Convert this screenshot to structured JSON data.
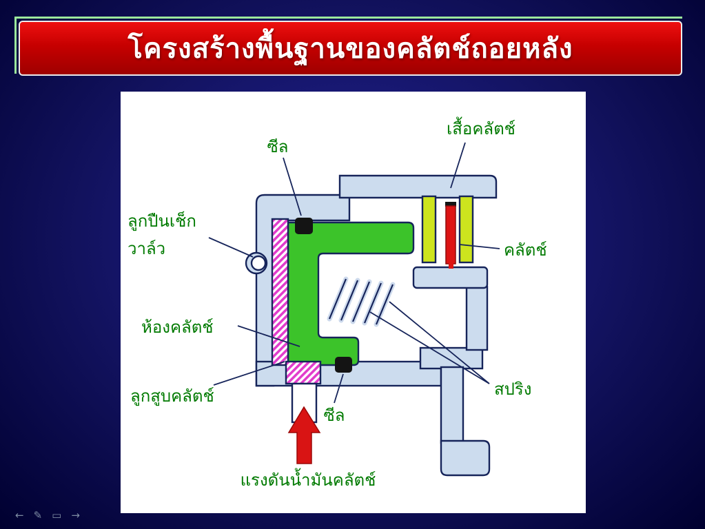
{
  "slide": {
    "title": "โครงสร้างพื้นฐานของคลัตช์ถอยหลัง"
  },
  "diagram": {
    "labels": {
      "seal_top": "ซีล",
      "clutch_cover": "เสื้อคลัตช์",
      "check_valve_line1": "ลูกปืนเช็ก",
      "check_valve_line2": "วาล์ว",
      "clutch": "คลัตช์",
      "clutch_chamber": "ห้องคลัตช์",
      "spring": "สปริง",
      "clutch_piston": "ลูกสูบคลัตช์",
      "seal_bottom": "ซีล",
      "oil_pressure": "แรงดันน้ำมันคลัตช์"
    },
    "colors": {
      "label_text": "#007a00",
      "housing": "#ccdcee",
      "outline": "#16245a",
      "piston_green": "#3cc32a",
      "piston_magenta": "#e23ccc",
      "plate_yellow": "#cde41e",
      "clutch_red": "#dd1414",
      "arrow_red": "#d91414",
      "seal_black": "#141414"
    }
  },
  "toolbar": {
    "icons": [
      {
        "name": "previous-slide",
        "glyph": "←"
      },
      {
        "name": "pen-tool",
        "glyph": "✎"
      },
      {
        "name": "slide-menu",
        "glyph": "▭"
      },
      {
        "name": "next-slide",
        "glyph": "→"
      }
    ]
  }
}
